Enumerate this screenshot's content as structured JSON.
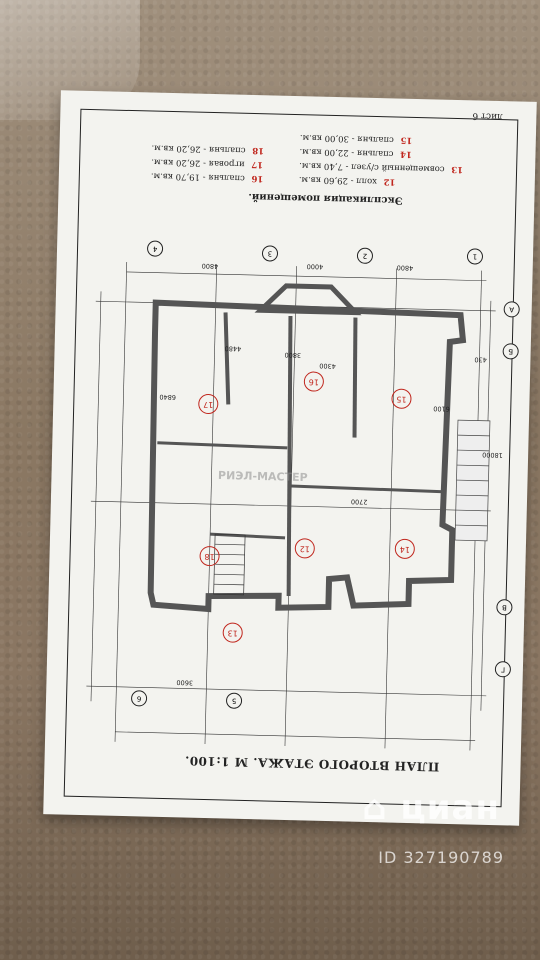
{
  "sheet": {
    "sheet_no": "лист 6",
    "title": "ПЛАН ВТОРОГО ЭТАЖА. М 1:100.",
    "legend_title": "Экспликация помещений.",
    "legend": [
      {
        "num": "12",
        "name": "холл",
        "area": "29,60 кв.м."
      },
      {
        "num": "13",
        "name": "совмещенный с/узел",
        "area": "7,40 кв.м."
      },
      {
        "num": "14",
        "name": "спальня",
        "area": "22,00 кв.м."
      },
      {
        "num": "15",
        "name": "спальня",
        "area": "30,00 кв.м."
      },
      {
        "num": "16",
        "name": "спальня",
        "area": "19,70 кв.м."
      },
      {
        "num": "17",
        "name": "игровая",
        "area": "26,20 кв.м."
      },
      {
        "num": "18",
        "name": "спальня",
        "area": "26,20 кв.м."
      }
    ],
    "rooms": [
      "15",
      "16",
      "17",
      "14",
      "12",
      "18",
      "13"
    ],
    "axes": [
      "1",
      "2",
      "3",
      "4",
      "5",
      "6",
      "А",
      "Б",
      "В",
      "Г"
    ],
    "dimensions": [
      "4800",
      "4000",
      "4800",
      "3600",
      "6840",
      "4480",
      "4300",
      "6100",
      "18000",
      "2700",
      "3800",
      "430"
    ]
  },
  "watermarks": {
    "logo_text": "циан",
    "id_text": "ID 327190789",
    "mid_text": "РИЭЛ-МАСТЕР"
  }
}
